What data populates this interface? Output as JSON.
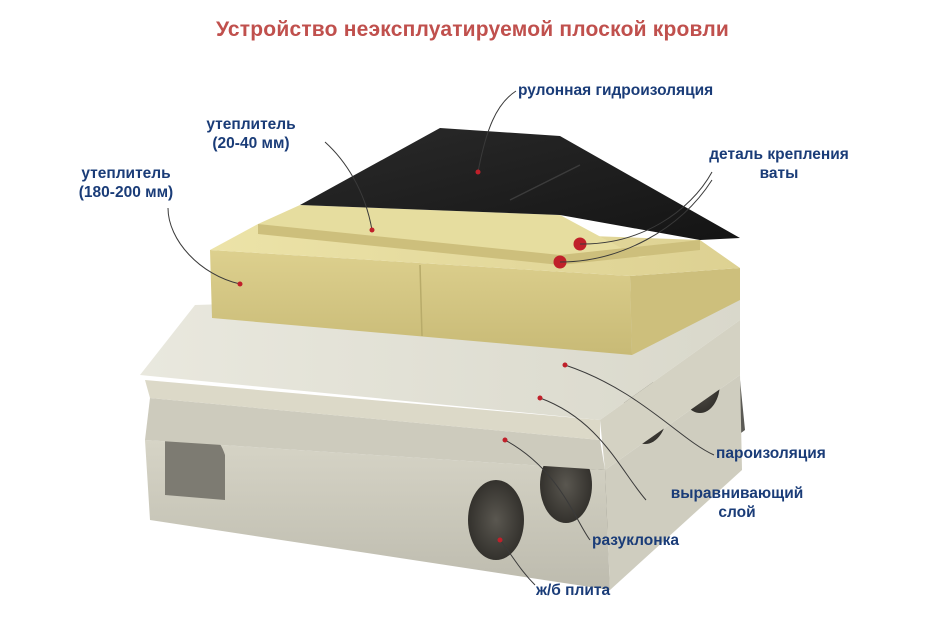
{
  "title": "Устройство неэксплуатируемой плоской кровли",
  "labels": {
    "membrane": "рулонная гидроизоляция",
    "insulation_top_l1": "утеплитель",
    "insulation_top_l2": "(20-40 мм)",
    "fastener_l1": "деталь крепления",
    "fastener_l2": "ваты",
    "insulation_main_l1": "утеплитель",
    "insulation_main_l2": "(180-200 мм)",
    "vapor_barrier": "пароизоляция",
    "leveling_l1": "выравнивающий",
    "leveling_l2": "слой",
    "slope": "разуклонка",
    "slab": "ж/б плита"
  },
  "colors": {
    "title": "#c0504d",
    "labels": "#1a3c78",
    "leader": "#3a3a3a",
    "marker": "#c0202a",
    "membrane": "#1c1c1c",
    "mineral_wool": "#d9cf8e",
    "concrete": "#dedccf"
  }
}
